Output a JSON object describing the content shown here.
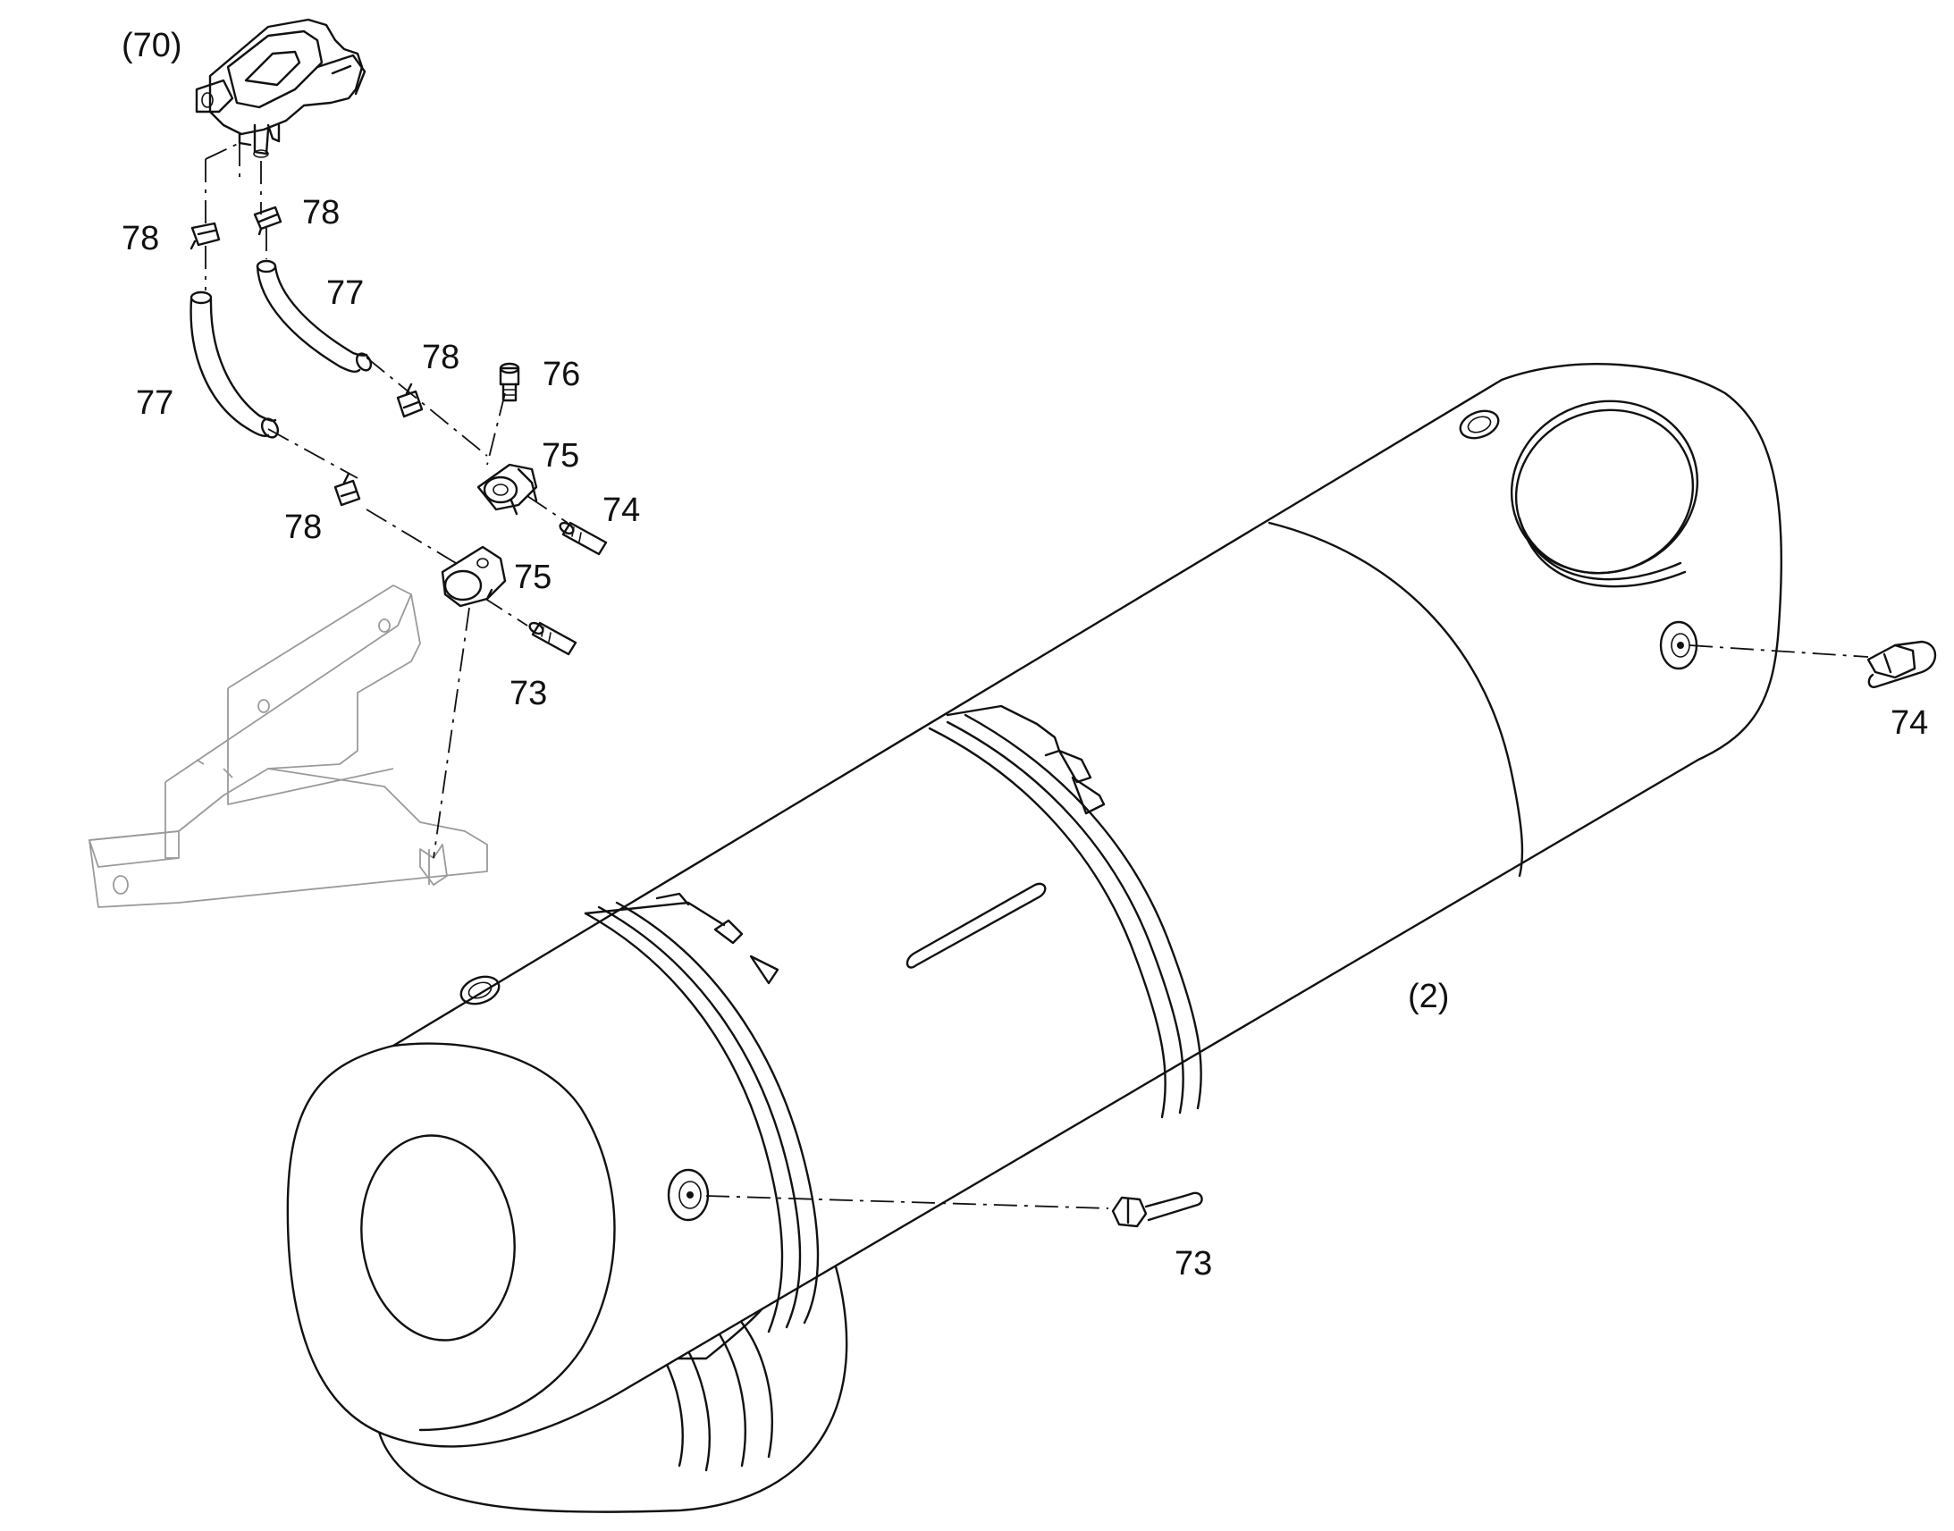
{
  "callouts": {
    "c70": "(70)",
    "c2": "(2)",
    "c78a": "78",
    "c78b": "78",
    "c78c": "78",
    "c78d": "78",
    "c77a": "77",
    "c77b": "77",
    "c76": "76",
    "c75a": "75",
    "c75b": "75",
    "c74a": "74",
    "c74b": "74",
    "c73a": "73",
    "c73b": "73"
  },
  "colors": {
    "line": "#111111",
    "ghost_line": "#9a9a9a",
    "background": "#ffffff"
  }
}
